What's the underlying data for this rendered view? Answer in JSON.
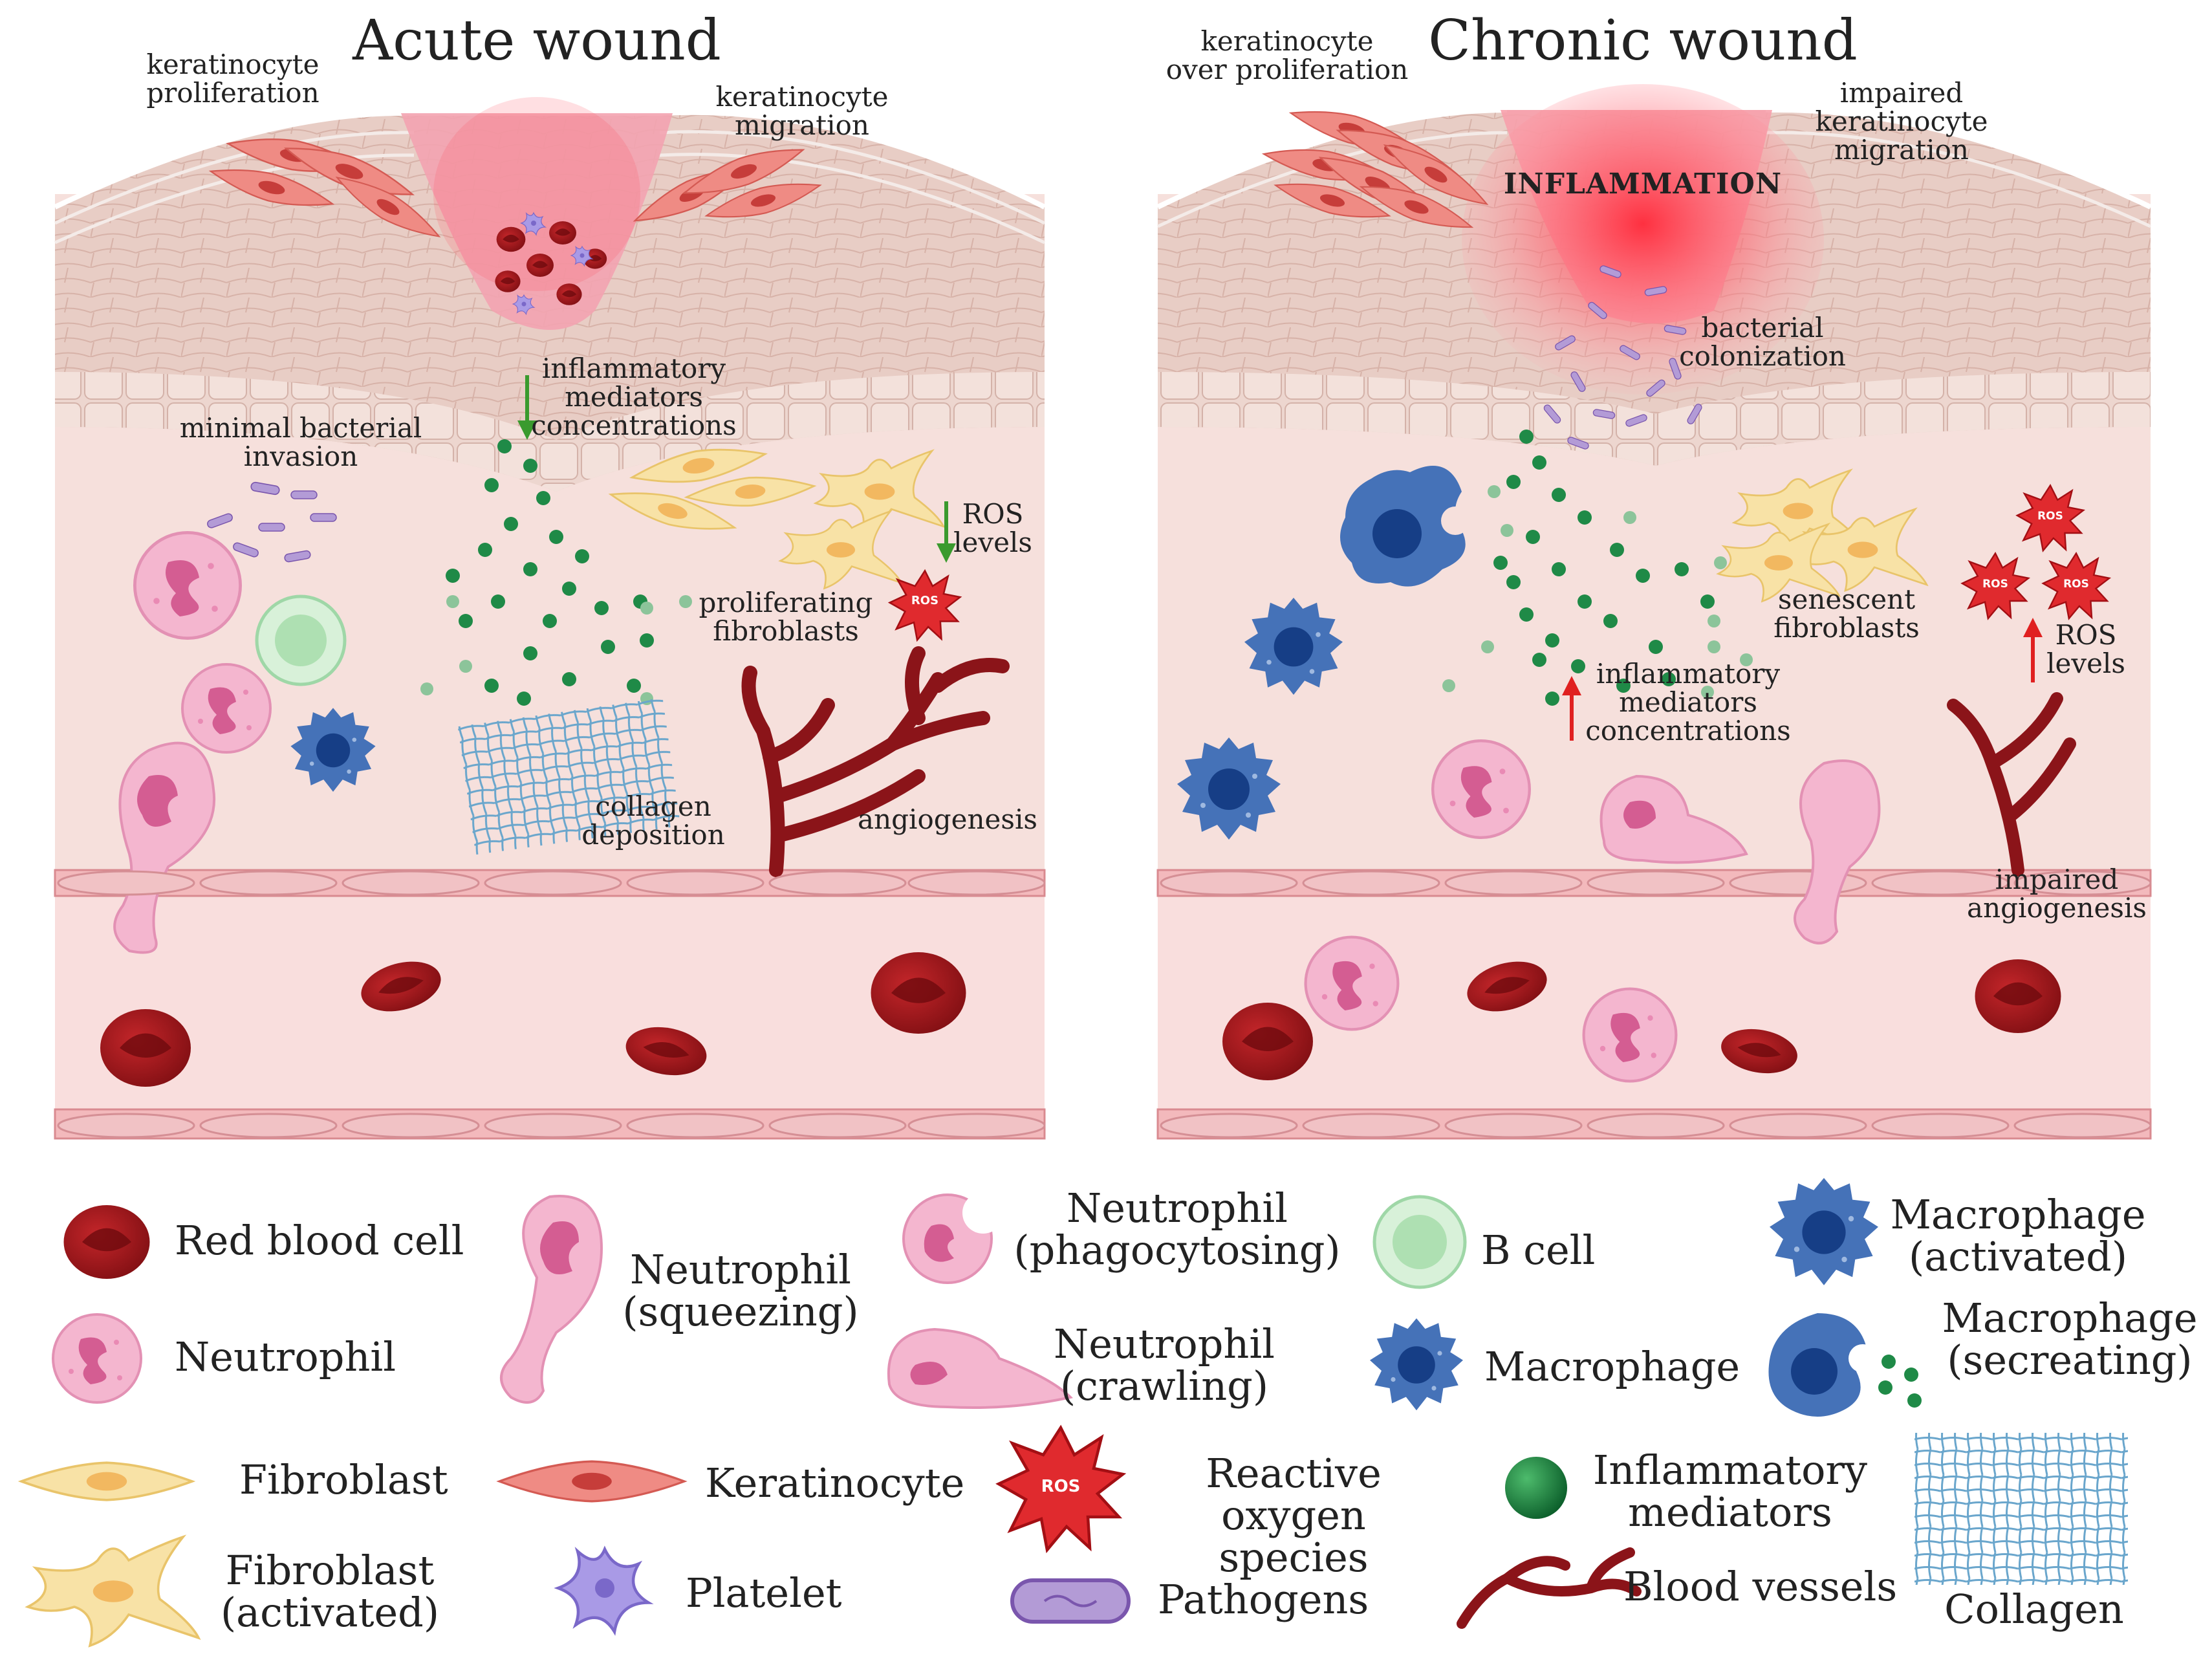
{
  "acute": {
    "title": "Acute wound",
    "labels": {
      "keratinocyte_proliferation": "keratinocyte\nproliferation",
      "keratinocyte_migration": "keratinocyte\nmigration",
      "inflammatory_mediators": "inflammatory\nmediators\nconcentrations",
      "minimal_bacterial_invasion": "minimal bacterial\ninvasion",
      "ros_levels": "ROS\nlevels",
      "proliferating_fibroblasts": "proliferating\nfibroblasts",
      "collagen_deposition": "collagen\ndeposition",
      "angiogenesis": "angiogenesis"
    }
  },
  "chronic": {
    "title": "Chronic wound",
    "labels": {
      "keratinocyte_over_proliferation": "keratinocyte\nover proliferation",
      "impaired_keratinocyte_migration": "impaired\nkeratinocyte\nmigration",
      "inflammation": "INFLAMMATION",
      "bacterial_colonization": "bacterial\ncolonization",
      "senescent_fibroblasts": "senescent\nfibroblasts",
      "ros_levels": "ROS\nlevels",
      "inflammatory_mediators": "inflammatory\nmediators\nconcentrations",
      "impaired_angiogenesis": "impaired\nangiogenesis"
    }
  },
  "ros_badge": "ROS",
  "legend": {
    "red_blood_cell": "Red blood cell",
    "neutrophil": "Neutrophil",
    "neutrophil_squeezing": "Neutrophil\n(squeezing)",
    "neutrophil_phagocytosing": "Neutrophil\n(phagocytosing)",
    "neutrophil_crawling": "Neutrophil\n(crawling)",
    "b_cell": "B cell",
    "macrophage": "Macrophage",
    "macrophage_activated": "Macrophage\n(activated)",
    "macrophage_secreating": "Macrophage\n(secreating)",
    "fibroblast": "Fibroblast",
    "fibroblast_activated": "Fibroblast\n(activated)",
    "keratinocyte": "Keratinocyte",
    "platelet": "Platelet",
    "reactive_oxygen_species": "Reactive oxygen\nspecies",
    "pathogens": "Pathogens",
    "inflammatory_mediators": "Inflammatory\nmediators",
    "blood_vessels": "Blood vessels",
    "collagen": "Collagen"
  },
  "colors": {
    "skin_top": "#e9d3cc",
    "dermis": "#f6e0dc",
    "wound": "#f3a3b0",
    "rbc": "#a5161a",
    "neutrophil": "#f2a9c6",
    "macrophage": "#3f6fb3",
    "mediator": "#1f8a47",
    "ros": "#e0262b",
    "pathogen": "#9b7cc4",
    "fibroblast": "#f6dd9a",
    "keratinocyte": "#ec7a72",
    "vessel": "#8b1419",
    "collagen": "#6aa6cc",
    "arrow_down": "#3a9a2e",
    "arrow_up": "#e02020"
  }
}
